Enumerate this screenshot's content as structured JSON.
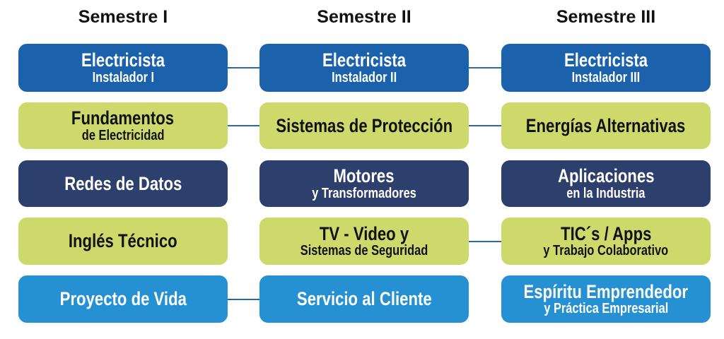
{
  "headers": [
    "Semestre I",
    "Semestre II",
    "Semestre III"
  ],
  "colors": {
    "blue": "#1b61ab",
    "green": "#cdd96b",
    "navy": "#2d3f6c",
    "light": "#2590d2"
  },
  "rows": [
    [
      {
        "l1": "Electricista",
        "l2": "Instalador I"
      },
      {
        "l1": "Electricista",
        "l2": "Instalador II"
      },
      {
        "l1": "Electricista",
        "l2": "Instalador III"
      }
    ],
    [
      {
        "l1": "Fundamentos",
        "l2": "de Electricidad"
      },
      {
        "l1": "Sistemas de Protección",
        "l2": ""
      },
      {
        "l1": "Energías Alternativas",
        "l2": ""
      }
    ],
    [
      {
        "l1": "Redes de Datos",
        "l2": ""
      },
      {
        "l1": "Motores",
        "l2": "y Transformadores"
      },
      {
        "l1": "Aplicaciones",
        "l2": "en la Industria"
      }
    ],
    [
      {
        "l1": "Inglés Técnico",
        "l2": ""
      },
      {
        "l1": "TV - Video y",
        "l2": "Sistemas de Seguridad"
      },
      {
        "l1": "TIC´s / Apps",
        "l2": "y Trabajo Colaborativo"
      }
    ],
    [
      {
        "l1": "Proyecto de Vida",
        "l2": ""
      },
      {
        "l1": "Servicio al Cliente",
        "l2": ""
      },
      {
        "l1": "Espíritu Emprendedor",
        "l2": "y Práctica Empresarial"
      }
    ]
  ]
}
